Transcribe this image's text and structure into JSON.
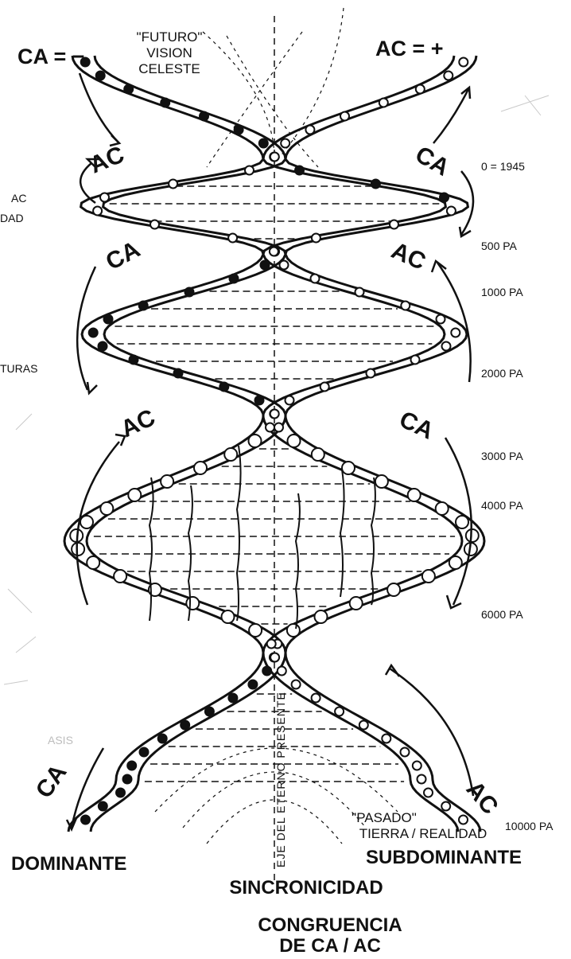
{
  "header": {
    "top_left": "CA = −",
    "top_right": "AC = +",
    "future": [
      "\"FUTURO\"",
      "VISION",
      "CELESTE"
    ]
  },
  "helix": {
    "labels": [
      "AC",
      "CA",
      "CA",
      "AC",
      "AC",
      "CA",
      "CA",
      "AC"
    ]
  },
  "timeline": [
    "0 = 1945",
    "500 PA",
    "1000 PA",
    "2000 PA",
    "3000 PA",
    "4000 PA",
    "6000 PA",
    "10000 PA"
  ],
  "left_margin": [
    "AC",
    "DAD",
    "TURAS"
  ],
  "axis_label": "EJE DEL ETERNO PRESENTE",
  "past": [
    "\"PASADO\"",
    "TIERRA / REALIDAD"
  ],
  "bottom": {
    "left": "DOMINANTE",
    "right": "SUBDOMINANTE",
    "center": "SINCRONICIDAD",
    "congruence": [
      "CONGRUENCIA",
      "DE CA / AC"
    ]
  }
}
